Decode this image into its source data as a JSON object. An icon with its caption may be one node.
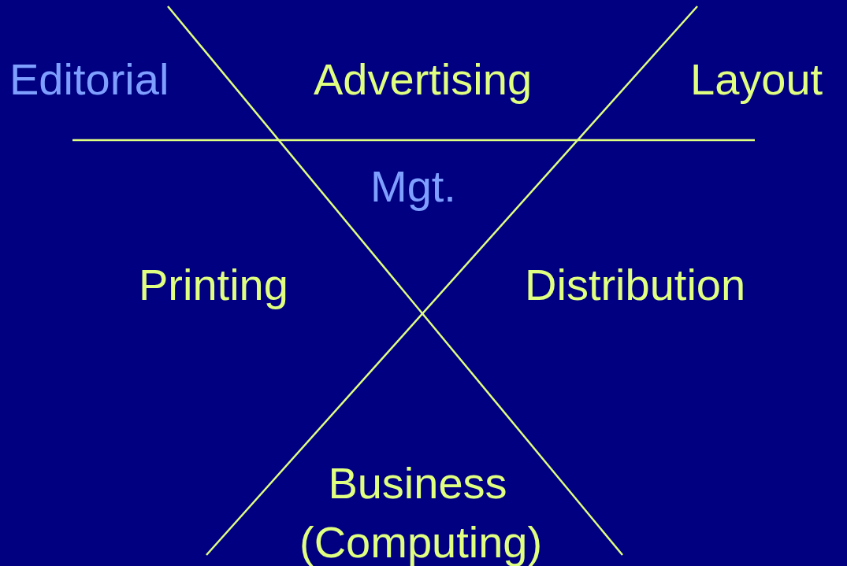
{
  "diagram": {
    "labels": [
      "Editorial",
      "Advertising",
      "Layout",
      "Mgt.",
      "Printing",
      "Distribution",
      "Business (Computing)"
    ]
  }
}
